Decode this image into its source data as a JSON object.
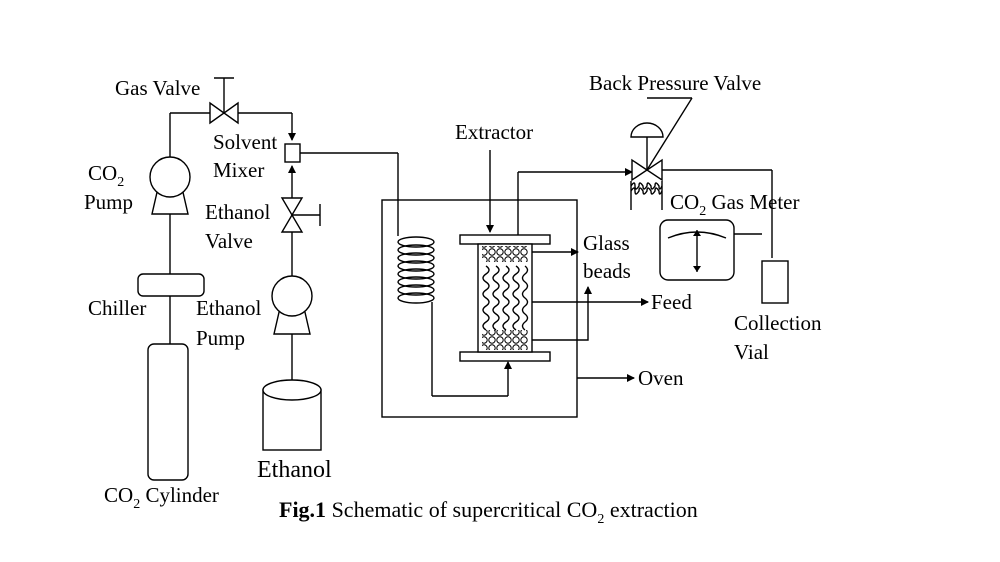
{
  "labels": {
    "gas_valve": "Gas Valve",
    "co2_pump_prefix": "CO",
    "co2_pump_sub": "2",
    "co2_pump_line2": "Pump",
    "solvent": "Solvent",
    "mixer": "Mixer",
    "ethanol_valve_1": "Ethanol",
    "ethanol_valve_2": "Valve",
    "chiller": "Chiller",
    "ethanol_pump_1": "Ethanol",
    "ethanol_pump_2": "Pump",
    "ethanol": "Ethanol",
    "co2_cylinder_prefix": "CO",
    "co2_cylinder_sub": "2",
    "co2_cylinder_rest": " Cylinder",
    "extractor": "Extractor",
    "back_pressure_valve": "Back Pressure Valve",
    "gas_meter_prefix": "CO",
    "gas_meter_sub": "2",
    "gas_meter_rest": " Gas Meter",
    "glass_1": "Glass",
    "glass_2": "beads",
    "feed": "Feed",
    "collection_1": "Collection",
    "collection_2": "Vial",
    "oven": "Oven"
  },
  "caption": {
    "bold": "Fig.1",
    "text": " Schematic of supercritical CO",
    "sub": "2",
    "end": " extraction"
  }
}
